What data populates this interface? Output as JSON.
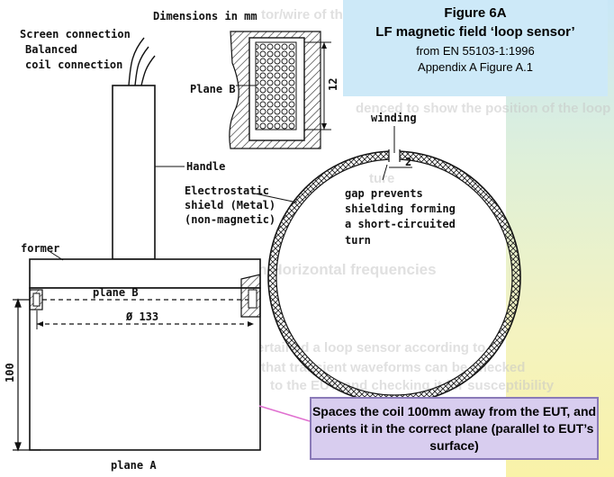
{
  "figure_box": {
    "line1": "Figure 6A",
    "line2": "LF magnetic field ‘loop sensor’",
    "line3": "from EN 55103-1:1996",
    "line4": "Appendix A Figure A.1"
  },
  "labels": {
    "dimensions": "Dimensions in mm",
    "screen_connection": "Screen connection",
    "balanced1": "Balanced",
    "balanced2": "coil connection",
    "plane_b_top": "Plane B",
    "dim_12": "12",
    "handle": "Handle",
    "shield1": "Electrostatic",
    "shield2": "shield (Metal)",
    "shield3": "(non-magnetic)",
    "winding": "winding",
    "dim_2": "2",
    "gap1": "gap prevents",
    "gap2": "shielding forming",
    "gap3": "a short-circuited",
    "gap4": "turn",
    "former": "former",
    "plane_b": "plane B",
    "diameter": "Ø 133",
    "dim_100": "100",
    "plane_a": "plane A"
  },
  "callout": {
    "text": "Spaces the coil 100mm away from the EUT, and orients it in the correct plane (parallel to EUT’s surface)"
  },
  "ghost": [
    "tor/wire of the loop sensor an",
    "denced to show the position of the loop sensor",
    "ture",
    "ha res radiation Horizontal frequencies",
    "ascertained a loop sensor according to",
    "that transient waveforms can be checked",
    "to the EUT, and checking it for susceptibility"
  ],
  "colors": {
    "callout_bg": "#d8cdef",
    "callout_border": "#8a7ab8",
    "figure_bg": "#cde9f8",
    "pointer": "#e070d0"
  }
}
